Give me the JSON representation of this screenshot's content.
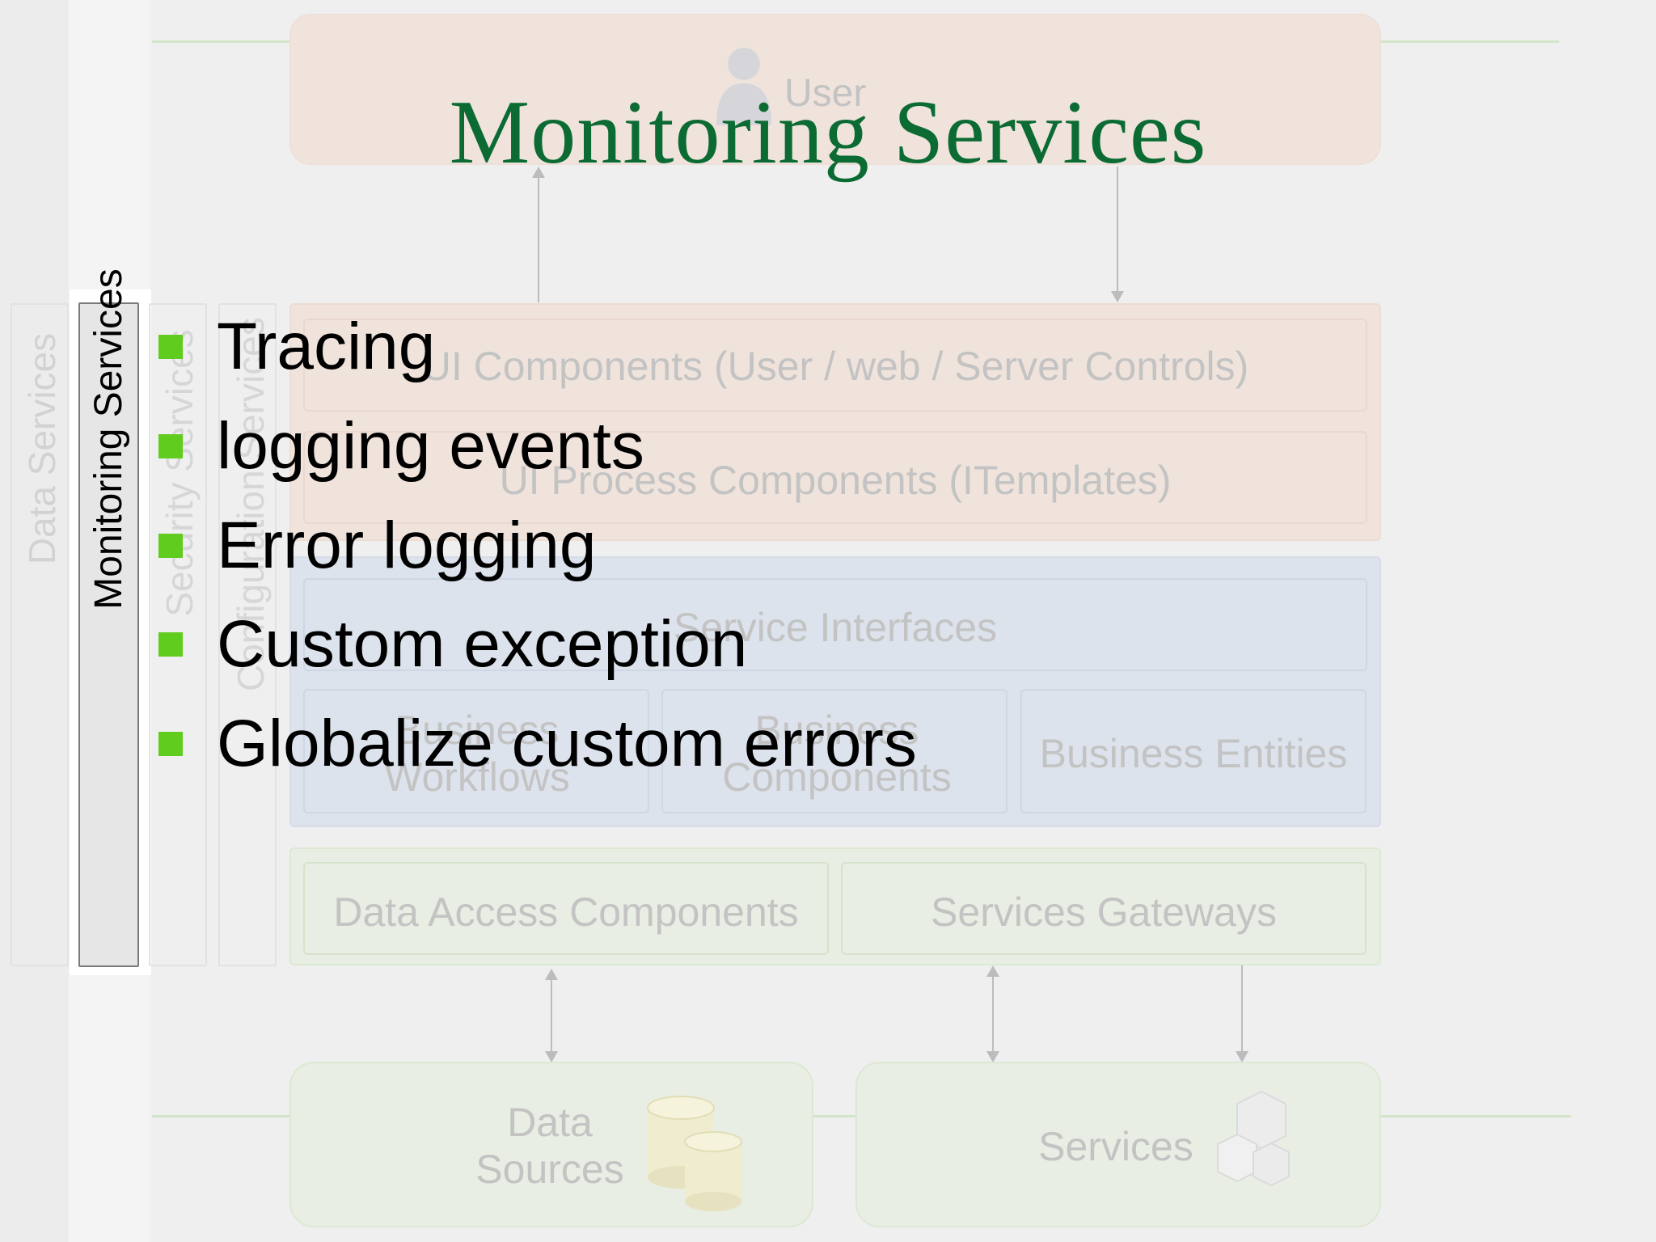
{
  "slide": {
    "title": "Monitoring Services",
    "bullets": [
      "Tracing",
      "logging events",
      "Error logging",
      "Custom exception",
      "Globalize custom errors"
    ]
  },
  "diagram": {
    "user_label": "User",
    "ui_components": "UI Components (User / web / Server Controls)",
    "ui_process": "UI Process Components (ITemplates)",
    "service_interfaces": "Service Interfaces",
    "business_workflows": "Business Workflows",
    "business_components": "Business Components",
    "business_entities": "Business Entities",
    "data_access": "Data Access Components",
    "services_gateways": "Services Gateways",
    "data_sources": "Data Sources",
    "services": "Services",
    "side_columns": {
      "data_services": "Data Services",
      "monitoring_services": "Monitoring Services",
      "security_services": "Security Services",
      "configuration_services": "Configuration Services"
    }
  },
  "colors": {
    "title": "#0b6b33",
    "bullet": "#5fcc1e",
    "user_tier": "#efe3dc",
    "business_tier": "#dde3ec",
    "data_tier": "#e8eee3"
  }
}
